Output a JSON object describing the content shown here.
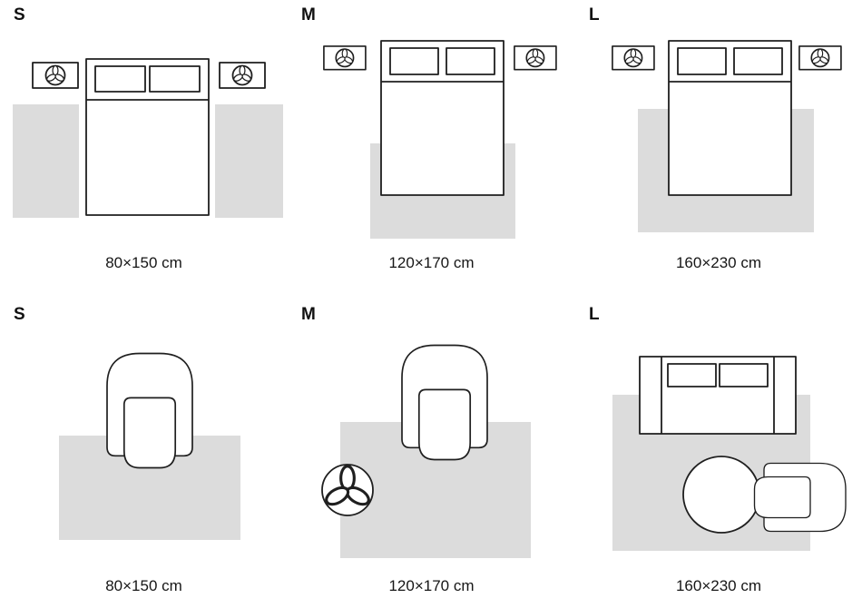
{
  "colors": {
    "rug_fill": "#dcdcdc",
    "outline": "#1f1f1f",
    "text": "#161616",
    "background": "#ffffff"
  },
  "icons": {
    "nightstand_lamp": "plant-icon",
    "potted_plant": "plant-icon"
  },
  "rows": [
    {
      "name": "bedroom-size-guide",
      "cells": [
        {
          "size_label": "S",
          "dimension": "80×150 cm"
        },
        {
          "size_label": "M",
          "dimension": "120×170 cm"
        },
        {
          "size_label": "L",
          "dimension": "160×230 cm"
        }
      ]
    },
    {
      "name": "living-room-size-guide",
      "cells": [
        {
          "size_label": "S",
          "dimension": "80×150 cm"
        },
        {
          "size_label": "M",
          "dimension": "120×170 cm"
        },
        {
          "size_label": "L",
          "dimension": "160×230 cm"
        }
      ]
    }
  ]
}
